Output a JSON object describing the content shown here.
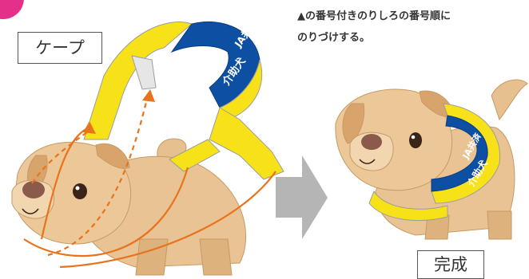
{
  "labels": {
    "cape": "ケープ",
    "complete": "完成"
  },
  "instruction": {
    "line1": "▲の番号付きのりしろの番号順に",
    "line2": "のりづけする。"
  },
  "cape_print": {
    "org": "JA共済",
    "role": "介助犬"
  },
  "colors": {
    "cape_yellow": "#f7e21a",
    "cape_blue": "#0d4fa3",
    "guide_orange": "#e8731c",
    "dog_tan": "#e7c08f",
    "arrow_gray": "#b5b5b5",
    "corner_pink": "#e5308a"
  }
}
